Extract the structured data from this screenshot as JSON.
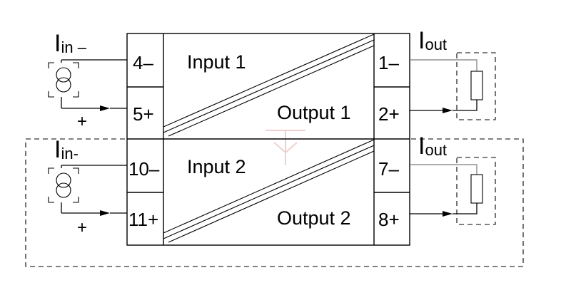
{
  "channels": [
    {
      "input_label": "Input 1",
      "output_label": "Output 1",
      "input_pin_neg": "4–",
      "input_pin_pos": "5+",
      "output_pin_neg": "1–",
      "output_pin_pos": "2+",
      "source_label": {
        "main": "I",
        "sub": "in –"
      },
      "load_label": {
        "main": "I",
        "sub": "out"
      },
      "plus_sign": "+"
    },
    {
      "input_label": "Input 2",
      "output_label": "Output 2",
      "input_pin_neg": "10–",
      "input_pin_pos": "11+",
      "output_pin_neg": "7–",
      "output_pin_pos": "8+",
      "source_label": {
        "main": "I",
        "sub": "in-"
      },
      "load_label": {
        "main": "I",
        "sub": "out"
      },
      "plus_sign": "+"
    }
  ]
}
